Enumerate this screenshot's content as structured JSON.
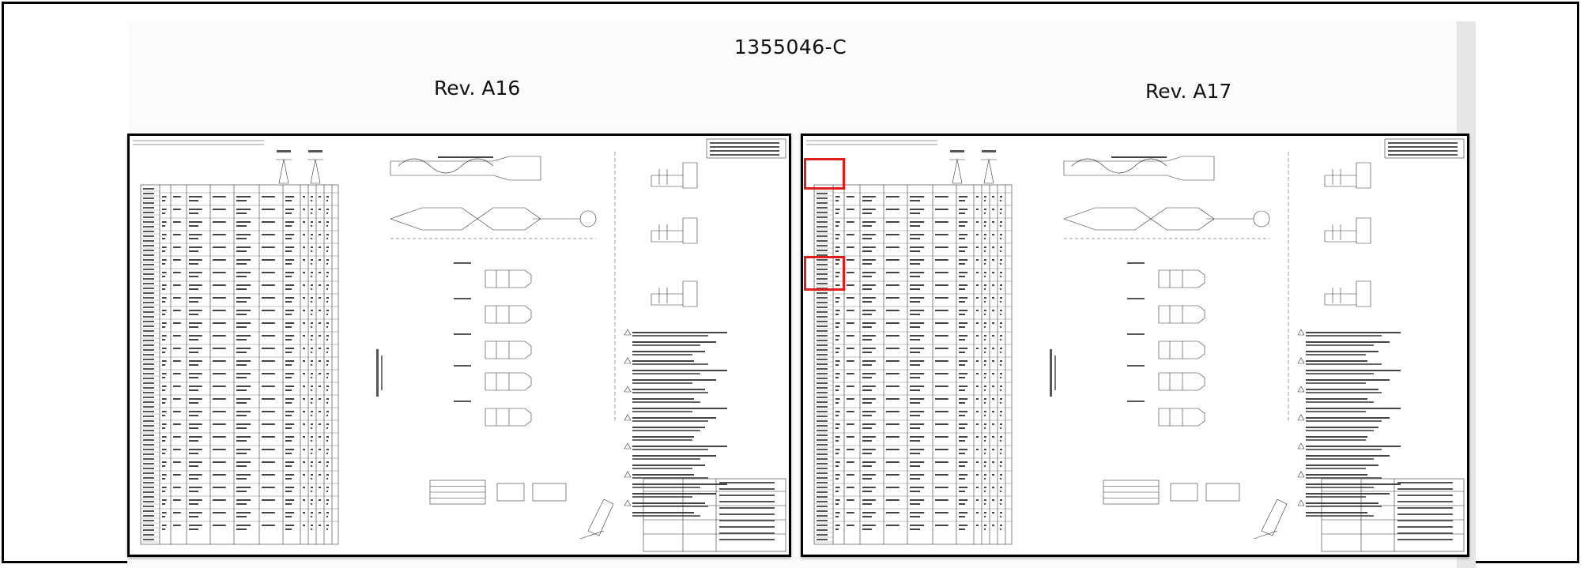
{
  "document": {
    "part_number": "1355046-C"
  },
  "revisions": [
    {
      "label": "Rev. A16"
    },
    {
      "label": "Rev. A17"
    }
  ],
  "highlight_color": "#e21b1b"
}
